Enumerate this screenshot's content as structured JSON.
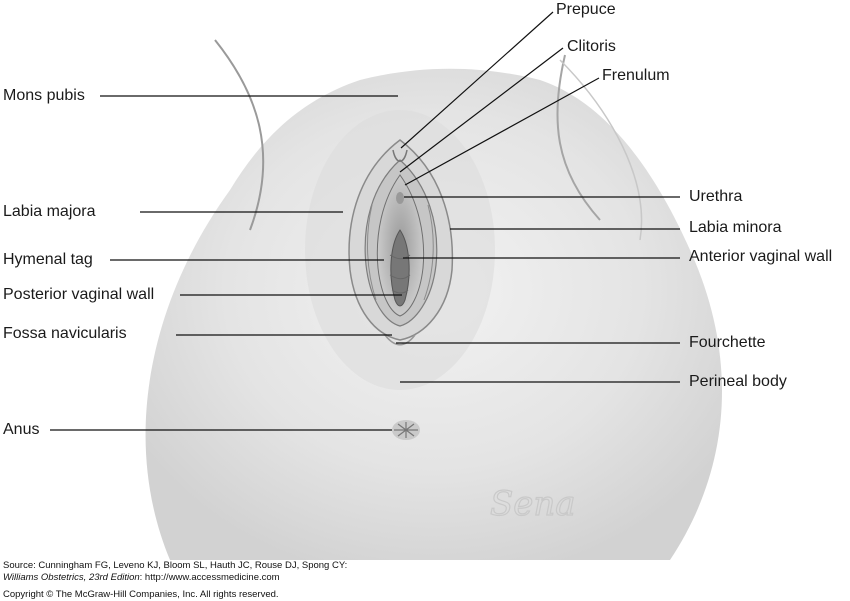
{
  "diagram": {
    "labels_left": {
      "mons_pubis": "Mons pubis",
      "labia_majora": "Labia majora",
      "hymenal_tag": "Hymenal tag",
      "posterior_vaginal_wall": "Posterior vaginal wall",
      "fossa_navicularis": "Fossa navicularis",
      "anus": "Anus"
    },
    "labels_top": {
      "prepuce": "Prepuce",
      "clitoris": "Clitoris",
      "frenulum": "Frenulum"
    },
    "labels_right": {
      "urethra": "Urethra",
      "labia_minora": "Labia minora",
      "anterior_vaginal_wall": "Anterior vaginal wall",
      "fourchette": "Fourchette",
      "perineal_body": "Perineal body"
    },
    "signature": "Sena"
  },
  "credits": {
    "source_line": "Source: Cunningham FG, Leveno KJ, Bloom SL, Hauth JC, Rouse DJ, Spong CY:",
    "book_title": "Williams Obstetrics, 23rd Edition",
    "book_url": ": http://www.accessmedicine.com",
    "copyright": "Copyright © The McGraw-Hill Companies, Inc. All rights reserved."
  }
}
